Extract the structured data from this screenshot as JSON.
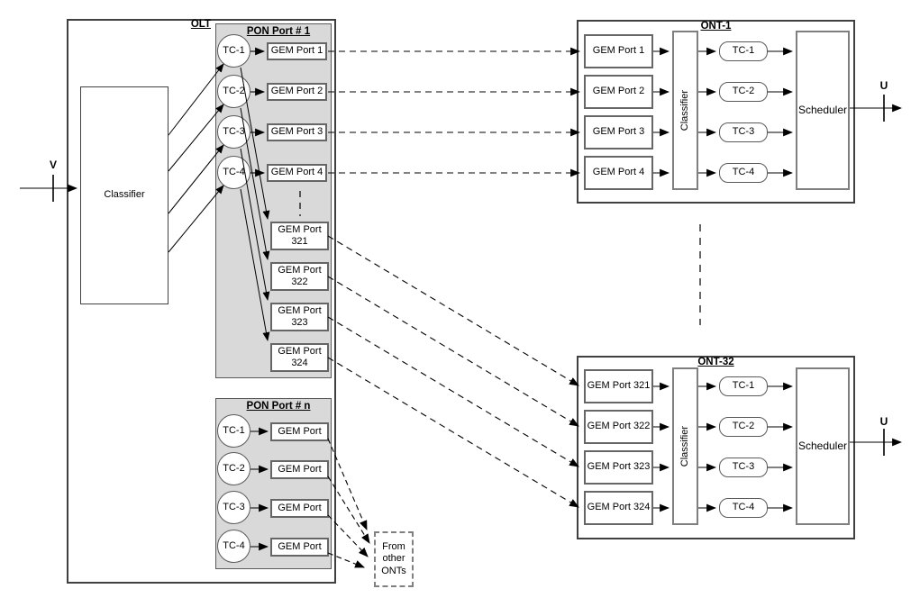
{
  "olt": {
    "title": "OLT",
    "input_label": "V",
    "classifier": "Classifier",
    "pon1": {
      "title": "PON Port # 1",
      "tcs": [
        "TC-1",
        "TC-2",
        "TC-3",
        "TC-4"
      ],
      "gems": [
        "GEM Port 1",
        "GEM Port 2",
        "GEM Port 3",
        "GEM Port 4"
      ],
      "gems_high": [
        "GEM Port 321",
        "GEM Port 322",
        "GEM Port 323",
        "GEM Port 324"
      ]
    },
    "ponn": {
      "title": "PON Port # n",
      "tcs": [
        "TC-1",
        "TC-2",
        "TC-3",
        "TC-4"
      ],
      "gems": [
        "GEM Port",
        "GEM Port",
        "GEM Port",
        "GEM Port"
      ]
    }
  },
  "ont1": {
    "title": "ONT-1",
    "gems": [
      "GEM Port 1",
      "GEM Port 2",
      "GEM Port 3",
      "GEM Port 4"
    ],
    "classifier": "Classifier",
    "tcs": [
      "TC-1",
      "TC-2",
      "TC-3",
      "TC-4"
    ],
    "scheduler": "Scheduler",
    "output_label": "U"
  },
  "ont32": {
    "title": "ONT-32",
    "gems": [
      "GEM Port 321",
      "GEM Port 322",
      "GEM Port 323",
      "GEM Port 324"
    ],
    "classifier": "Classifier",
    "tcs": [
      "TC-1",
      "TC-2",
      "TC-3",
      "TC-4"
    ],
    "scheduler": "Scheduler",
    "output_label": "U"
  },
  "from_other_onts": "From other ONTs",
  "colors": {
    "shaded_fill": "#d9d9d9",
    "box_border_dark": "#404040",
    "box_border_gray": "#7f7f7f",
    "line": "#000000"
  }
}
